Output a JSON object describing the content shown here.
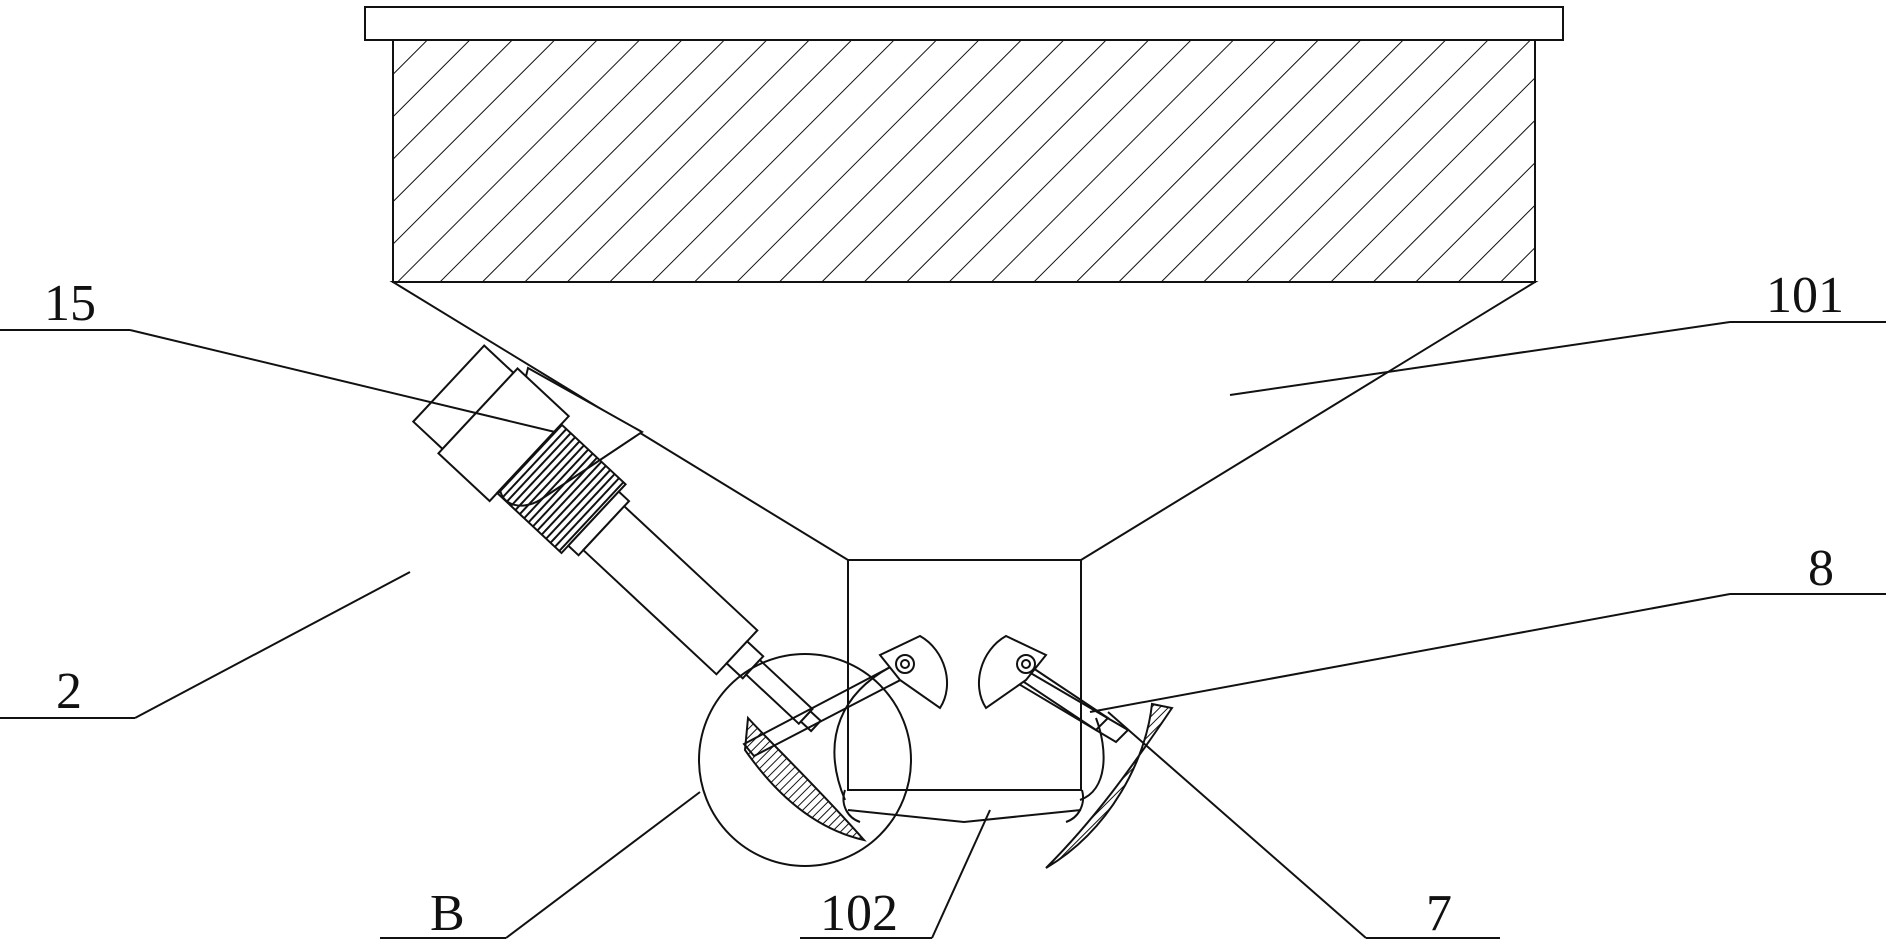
{
  "labels": {
    "part_15": "15",
    "part_101": "101",
    "part_2": "2",
    "part_8": "8",
    "part_B": "B",
    "part_102": "102",
    "part_7": "7"
  },
  "colors": {
    "line": "#111111",
    "background": "#ffffff"
  }
}
